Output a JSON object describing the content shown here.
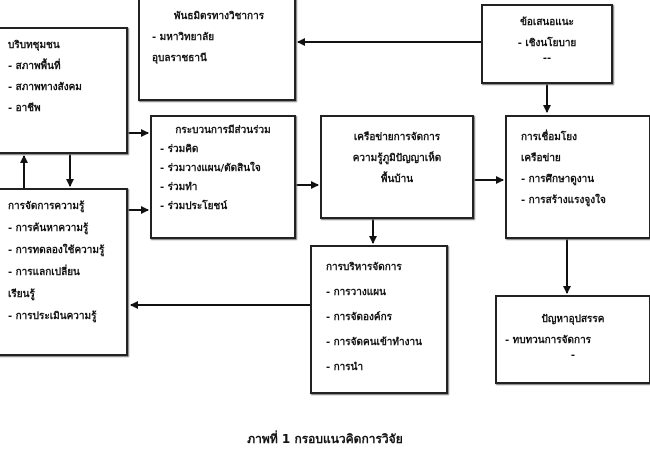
{
  "boxes": {
    "community": {
      "title": "บริบทชุมชน",
      "items": [
        "- สภาพพื้นที่",
        "- สภาพทางสังคม",
        "- อาชีพ"
      ]
    },
    "partner": {
      "title": "พันธมิตรทางวิชาการ",
      "items": [
        "- มหาวิทยาลัย",
        "อุบลราชธานี"
      ]
    },
    "suggestion": {
      "title": "ข้อเสนอแนะ",
      "items": [
        "- เชิงนโยบาย",
        "--"
      ]
    },
    "participation": {
      "title": "กระบวนการมีส่วนร่วม",
      "items": [
        "- ร่วมคิด",
        "- ร่วมวางแผน/ตัดสินใจ",
        "- ร่วมทำ",
        "- ร่วมประโยชน์"
      ]
    },
    "network": {
      "title_lines": [
        "เครือข่ายการจัดการ",
        "ความรู้ภูมิปัญญาเห็ด",
        "พื้นบ้าน"
      ]
    },
    "linkage": {
      "title_lines": [
        "การเชื่อมโยง",
        "เครือข่าย"
      ],
      "items": [
        "- การศึกษาดูงาน",
        "- การสร้างแรงจูงใจ"
      ]
    },
    "km": {
      "title": "การจัดการความรู้",
      "items": [
        "- การค้นหาความรู้",
        "- การทดลองใช้ความรู้",
        "- การแลกเปลี่ยน",
        "เรียนรู้",
        "- การประเมินความรู้"
      ]
    },
    "management": {
      "title": "การบริหารจัดการ",
      "items": [
        "- การวางแผน",
        "- การจัดองค์กร",
        "- การจัดคนเข้าทำงาน",
        "- การนำ"
      ]
    },
    "problems": {
      "title": "ปัญหาอุปสรรค",
      "items": [
        "- ทบทวนการจัดการ",
        "-"
      ]
    }
  },
  "caption": "ภาพที่ 1 กรอบแนวคิดการวิจัย"
}
